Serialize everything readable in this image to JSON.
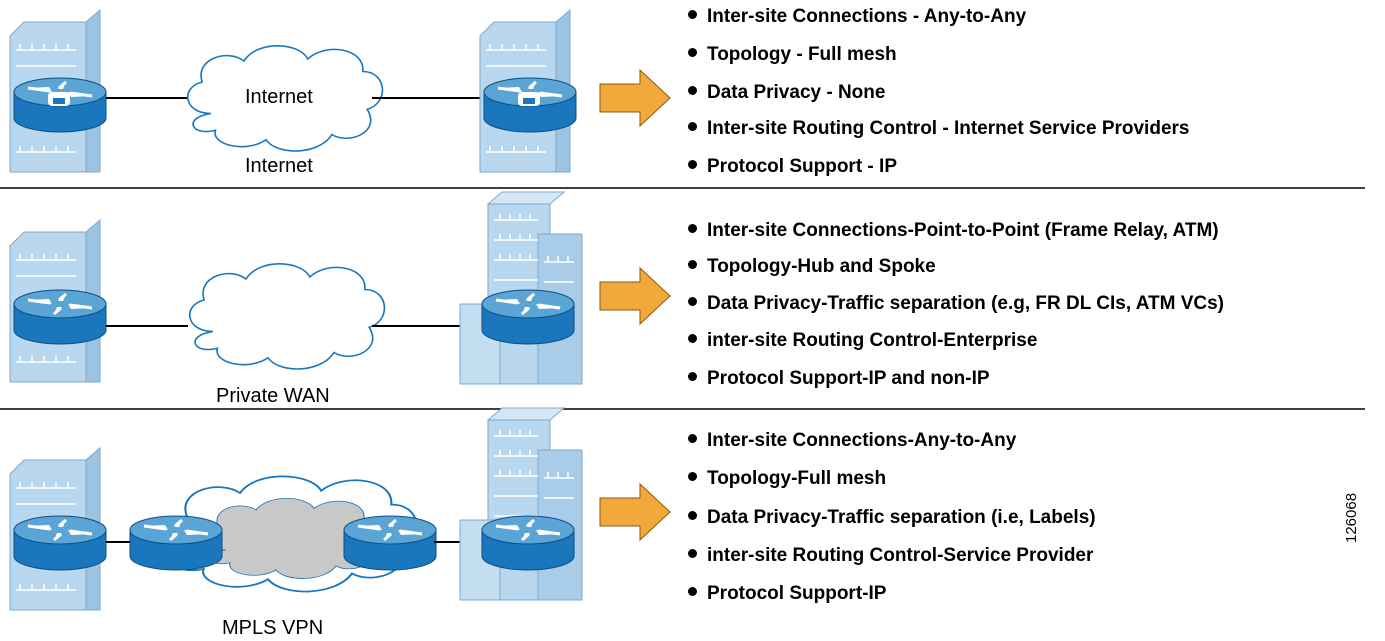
{
  "panels": [
    {
      "cloud_label": "Internet",
      "caption": "Internet",
      "bullets": [
        "Inter-site Connections - Any-to-Any",
        "Topology - Full mesh",
        "Data Privacy - None",
        "Inter-site Routing Control - Internet Service Providers",
        "Protocol Support - IP"
      ]
    },
    {
      "cloud_label": "",
      "caption": "Private WAN",
      "bullets": [
        "Inter-site Connections-Point-to-Point (Frame Relay, ATM)",
        "Topology-Hub and Spoke",
        "Data Privacy-Traffic separation (e.g, FR DL CIs, ATM VCs)",
        "inter-site Routing Control-Enterprise",
        "Protocol Support-IP and non-IP"
      ]
    },
    {
      "cloud_label": "",
      "caption": "MPLS VPN",
      "bullets": [
        "Inter-site Connections-Any-to-Any",
        "Topology-Full mesh",
        "Data Privacy-Traffic separation (i.e, Labels)",
        "inter-site Routing Control-Service Provider",
        "Protocol Support-IP"
      ]
    }
  ],
  "figure_id": "126068",
  "colors": {
    "router_body": "#1a77bd",
    "router_top": "#5aa4d6",
    "building": "#b9d7ee",
    "building_edge": "#7fa9c9",
    "cloud_fill": "#ffffff",
    "cloud_fill_mpls": "#c8c8c8",
    "arrow": "#f2a93b"
  }
}
